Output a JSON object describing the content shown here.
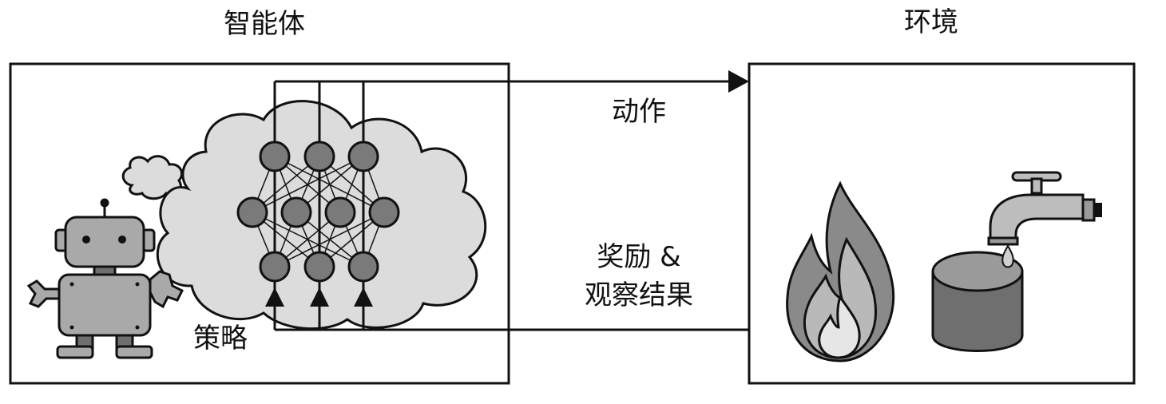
{
  "labels": {
    "agent_title": "智能体",
    "environment_title": "环境",
    "action": "动作",
    "reward": "奖励 &",
    "observation": "观察结果",
    "policy": "策略"
  },
  "colors": {
    "line": "#111111",
    "cloud_fill": "#dcdcdc",
    "node_fill": "#7a7a7a",
    "robot_fill": "#a9a9a9",
    "robot_dark": "#6e6e6e",
    "flame_outer": "#8a8a8a",
    "flame_mid": "#b9b9b9",
    "flame_inner": "#e6e6e6",
    "barrel_fill": "#6f6f6f",
    "barrel_top": "#9a9a9a",
    "faucet_fill": "#bdbdbd",
    "water_drop": "#cfcfcf"
  },
  "icons": {
    "robot": "robot-icon",
    "thought_bubble": "thought-bubble-icon",
    "neural_network": "neural-network-icon",
    "fire": "fire-icon",
    "water_tank": "water-tank-icon",
    "faucet": "faucet-icon",
    "water_drop": "water-drop-icon"
  }
}
